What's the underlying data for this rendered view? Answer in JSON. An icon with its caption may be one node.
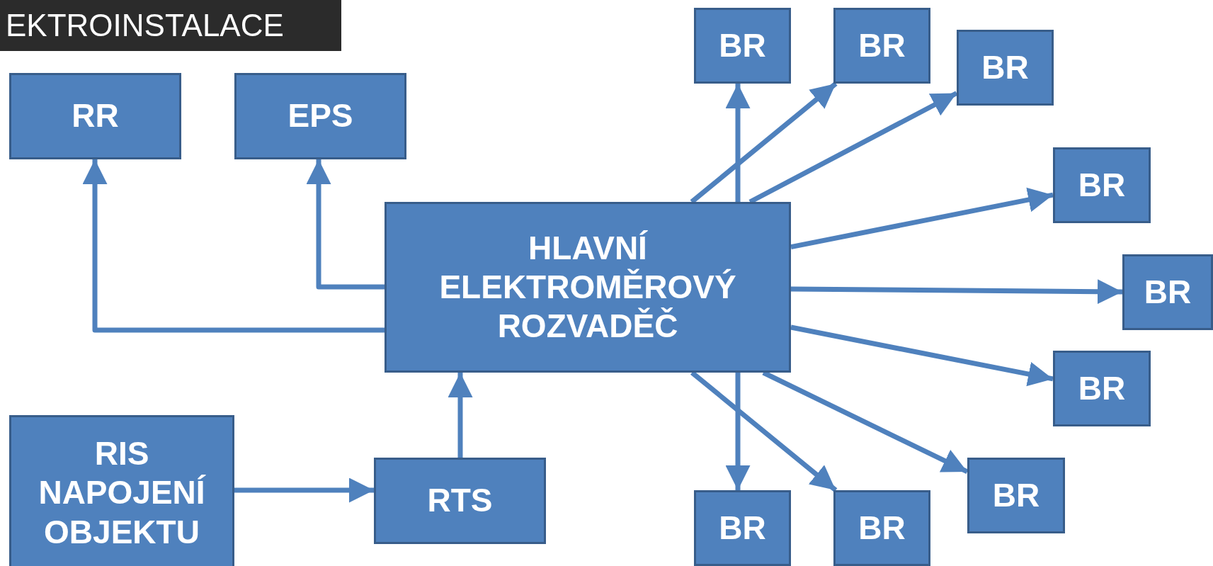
{
  "diagram": {
    "title": "EKTROINSTALACE",
    "nodes": [
      {
        "text": [
          "RR"
        ]
      },
      {
        "text": [
          "EPS"
        ]
      },
      {
        "text": [
          "HLAVNÍ ELEKTROMĚROVÝ ROZVADĚČ"
        ]
      },
      {
        "text": [
          "RIS NAPOJENÍ OBJEKTU"
        ]
      },
      {
        "text": [
          "RTS"
        ]
      },
      {
        "text": [
          "BR"
        ]
      },
      {
        "text": [
          "BR"
        ]
      },
      {
        "text": [
          "BR"
        ]
      },
      {
        "text": [
          "BR"
        ]
      },
      {
        "text": [
          "BR"
        ]
      },
      {
        "text": [
          "BR"
        ]
      },
      {
        "text": [
          "BR"
        ]
      },
      {
        "text": [
          "BR"
        ]
      },
      {
        "text": [
          "BR"
        ]
      }
    ],
    "edges": [
      {
        "from": 2,
        "to": 0,
        "arrow": "to"
      },
      {
        "from": 2,
        "to": 1,
        "arrow": "to"
      },
      {
        "from": 4,
        "to": 2,
        "arrow": "to"
      },
      {
        "from": 3,
        "to": 4,
        "arrow": "to"
      },
      {
        "from": 2,
        "to": 5,
        "arrow": "to"
      },
      {
        "from": 2,
        "to": 6,
        "arrow": "to"
      },
      {
        "from": 2,
        "to": 7,
        "arrow": "to"
      },
      {
        "from": 2,
        "to": 8,
        "arrow": "to"
      },
      {
        "from": 2,
        "to": 9,
        "arrow": "to"
      },
      {
        "from": 2,
        "to": 10,
        "arrow": "to"
      },
      {
        "from": 2,
        "to": 11,
        "arrow": "to"
      },
      {
        "from": 2,
        "to": 12,
        "arrow": "to"
      },
      {
        "from": 2,
        "to": 13,
        "arrow": "to"
      }
    ]
  }
}
